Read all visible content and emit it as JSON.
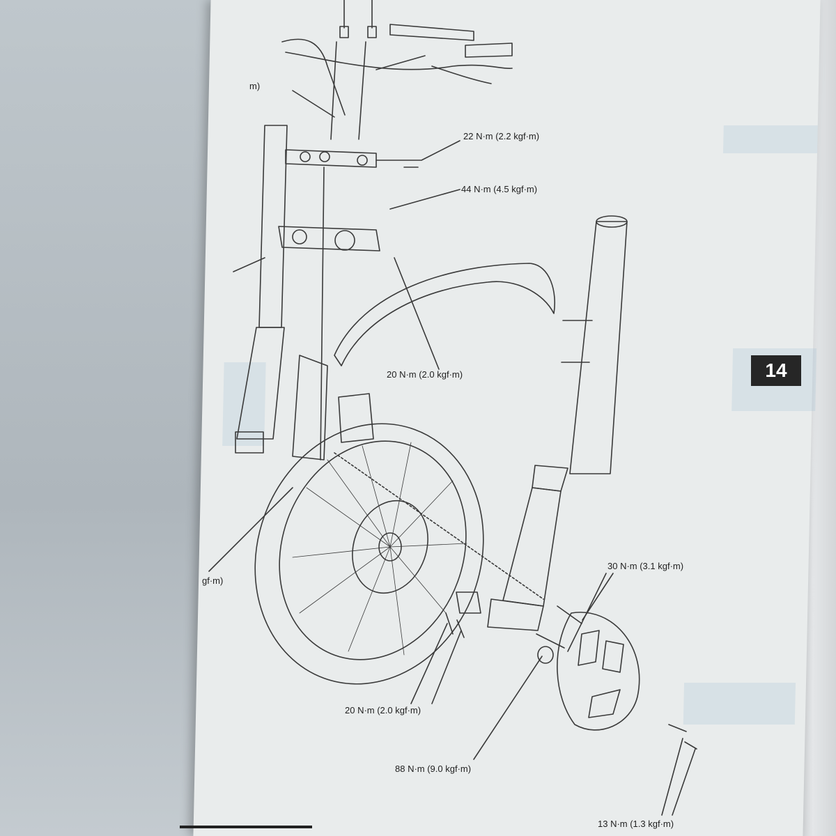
{
  "section_tab": "14",
  "torques": {
    "t_22": "22 N·m (2.2 kgf·m)",
    "t_44": "44 N·m (4.5 kgf·m)",
    "t_20_fender": "20 N·m (2.0 kgf·m)",
    "t_30": "30 N·m (3.1 kgf·m)",
    "t_20_axle": "20 N·m (2.0 kgf·m)",
    "t_88": "88 N·m (9.0 kgf·m)",
    "t_13": "13 N·m (1.3 kgf·m)",
    "partial_left": "gf·m)",
    "partial_top": "m)"
  }
}
